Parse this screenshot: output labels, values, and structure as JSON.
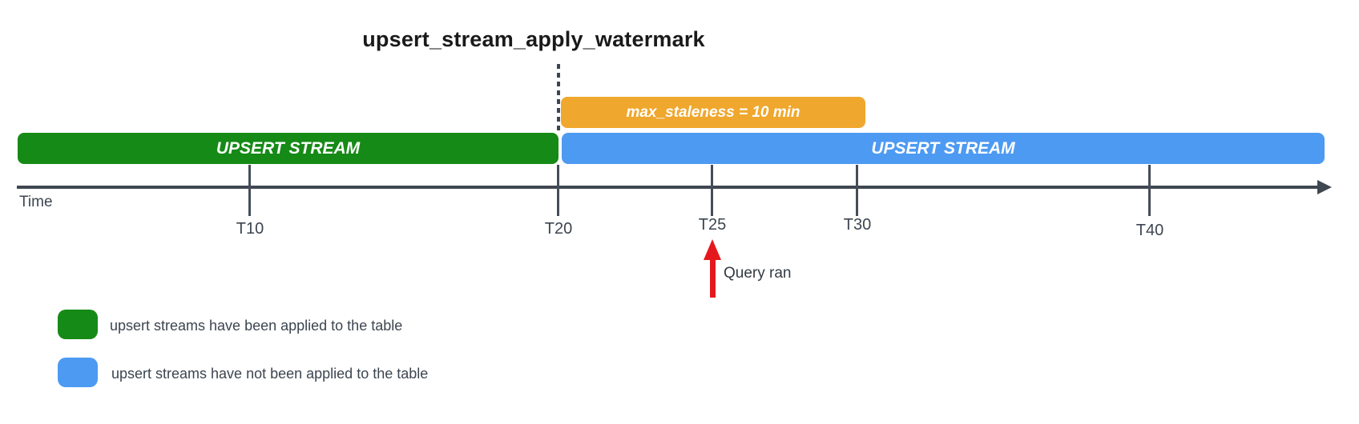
{
  "title": "upsert_stream_apply_watermark",
  "timeline": {
    "axis_label": "Time",
    "ticks": [
      {
        "label": "T10"
      },
      {
        "label": "T20"
      },
      {
        "label": "T25"
      },
      {
        "label": "T30"
      },
      {
        "label": "T40"
      }
    ],
    "bars": {
      "applied": {
        "label": "UPSERT STREAM",
        "color": "#168A16",
        "span": "timeline start to T20"
      },
      "unapplied": {
        "label": "UPSERT STREAM",
        "color": "#4D9AF2",
        "span": "T20 to timeline end"
      },
      "staleness": {
        "label": "max_staleness = 10 min",
        "color": "#EFA72D",
        "span": "T20 to T30"
      }
    },
    "watermark_marker": {
      "at_tick": "T20"
    }
  },
  "annotation": {
    "label": "Query ran",
    "at_tick": "T25",
    "arrow_color": "#E5191D"
  },
  "legend": [
    {
      "swatch_color": "#168A16",
      "label": "upsert streams have been applied to the table"
    },
    {
      "swatch_color": "#4D9AF2",
      "label": "upsert streams have not been applied to the table"
    }
  ],
  "colors": {
    "axis": "#3F4751",
    "label_text": "#3C4550",
    "title_text": "#1A1A1A",
    "bar_text": "#FFFFFF"
  }
}
